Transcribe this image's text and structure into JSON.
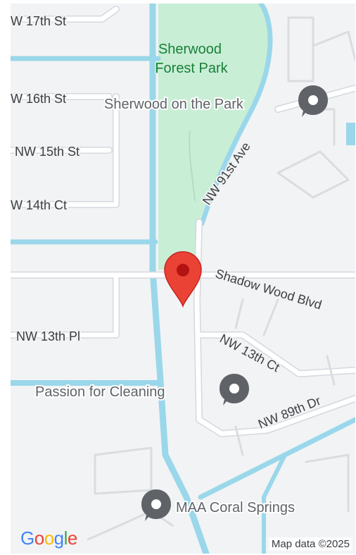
{
  "streets": {
    "nw_17th_st": "W 17th St",
    "nw_16th_st": "W 16th St",
    "nw_15th_st": "NW 15th St",
    "nw_14th_ct": "W 14th Ct",
    "nw_13th_pl": "NW 13th Pl",
    "nw_91st_ave": "NW 91st Ave",
    "shadow_wood_blvd": "Shadow Wood Blvd",
    "nw_13th_ct": "NW 13th Ct",
    "nw_89th_dr": "NW 89th Dr"
  },
  "park": {
    "line1": "Sherwood",
    "line2": "Forest Park"
  },
  "places": {
    "sherwood_on_the_park": "Sherwood on the Park",
    "passion_for_cleaning": "Passion for Cleaning",
    "maa_coral_springs": "MAA Coral Springs"
  },
  "branding": {
    "logo": [
      "G",
      "o",
      "o",
      "g",
      "l",
      "e"
    ],
    "logo_colors": [
      "#4285F4",
      "#EA4335",
      "#FBBC05",
      "#4285F4",
      "#34A853",
      "#EA4335"
    ],
    "attribution": "Map data ©2025"
  },
  "colors": {
    "water": "#9ad7ea",
    "park": "#c9eed6",
    "road": "#ffffff",
    "road_outline": "#d4d8dd",
    "pin": "#ea4335",
    "pin_dark": "#b31412",
    "poi_marker": "#5f6368"
  },
  "icons": {
    "pin": "map-pin-icon",
    "poi": "place-marker-icon"
  }
}
